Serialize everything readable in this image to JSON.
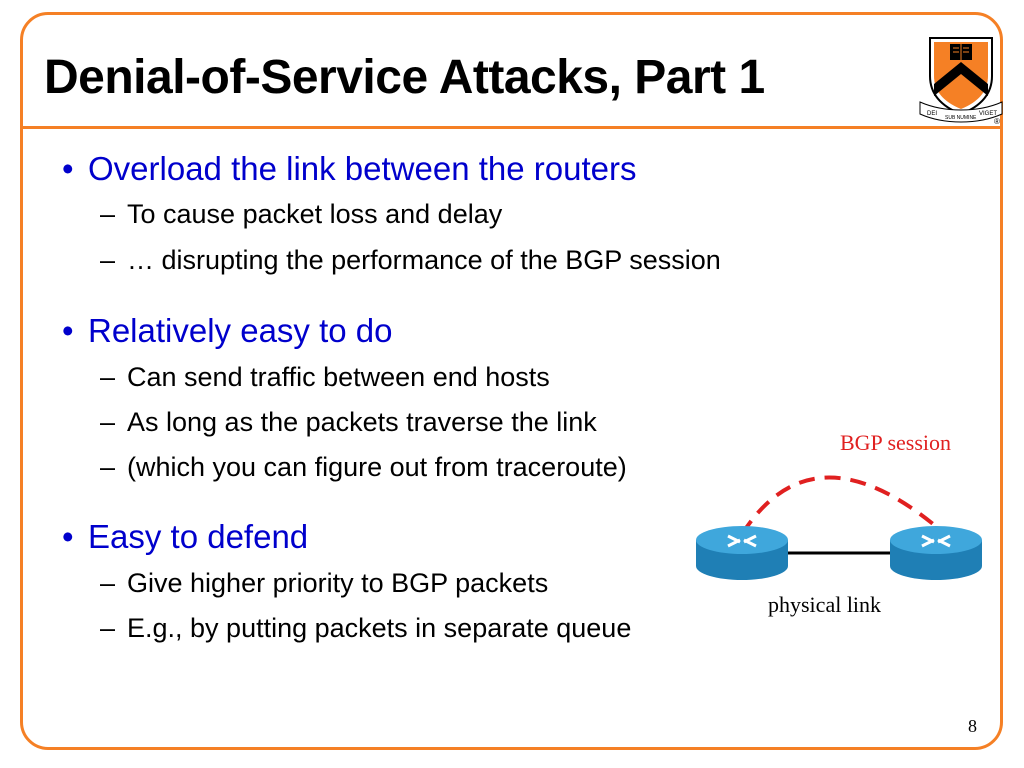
{
  "slide": {
    "title": "Denial-of-Service Attacks, Part 1",
    "page_number": "8",
    "accent_color": "#F58025",
    "bullet_color": "#0000CC"
  },
  "bullets": [
    {
      "text": "Overload the link between the routers",
      "sub": [
        "To cause packet loss and delay",
        "… disrupting the performance of the BGP session"
      ]
    },
    {
      "text": "Relatively easy to do",
      "sub": [
        "Can send traffic between end hosts",
        "As long as the packets traverse the link",
        "(which you can figure out from traceroute)"
      ]
    },
    {
      "text": "Easy to defend",
      "sub": [
        "Give higher priority to BGP packets",
        "E.g., by putting packets in separate queue"
      ]
    }
  ],
  "bullet_marker": "•",
  "sub_marker": "–",
  "logo": {
    "icon": "princeton-shield-icon",
    "motto": [
      "DEI",
      "SUB NUMINE",
      "VIGET"
    ],
    "registered_mark": "®"
  },
  "diagram": {
    "session_label": "BGP session",
    "link_label": "physical link",
    "session_color": "#E02020",
    "router_icon": "router-icon"
  }
}
